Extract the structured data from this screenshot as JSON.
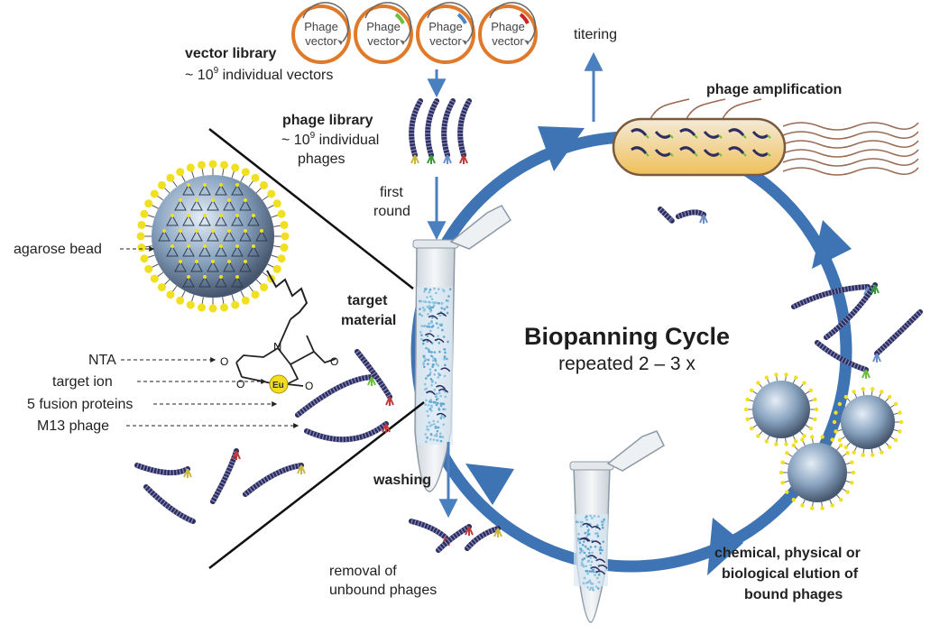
{
  "vector_library": {
    "title": "vector library",
    "count_prefix": "~ 10",
    "count_exp": "9",
    "count_suffix": " individual vectors",
    "vectors": [
      {
        "line1": "Phage",
        "line2": "vector",
        "insert_color": ""
      },
      {
        "line1": "Phage",
        "line2": "vector",
        "insert_color": "#6bbf3a"
      },
      {
        "line1": "Phage",
        "line2": "vector",
        "insert_color": "#4a86c5"
      },
      {
        "line1": "Phage",
        "line2": "vector",
        "insert_color": "#cc2222"
      }
    ]
  },
  "titering": "titering",
  "phage_amplification": "phage amplification",
  "phage_library": {
    "title": "phage library",
    "count_prefix": "~ 10",
    "count_exp": "9",
    "count_suffix": " individual",
    "line3": "phages"
  },
  "first_round": {
    "line1": "first",
    "line2": "round"
  },
  "target_material": {
    "line1": "target",
    "line2": "material"
  },
  "cycle": {
    "title": "Biopanning Cycle",
    "subtitle": "repeated 2 – 3 x"
  },
  "detail_labels": {
    "agarose_bead": "agarose bead",
    "nta": "NTA",
    "target_ion": "target ion",
    "fusion_proteins": "5 fusion proteins",
    "m13_phage": "M13 phage",
    "eu": "Eu",
    "n_atom": "N",
    "o_atom": "O"
  },
  "washing": "washing",
  "removal": {
    "line1": "removal of",
    "line2": "unbound phages"
  },
  "elution": {
    "line1": "chemical, physical or",
    "line2": "biological elution of",
    "line3": "bound phages"
  },
  "colors": {
    "cycle_blue": "#3e74b4",
    "arrow_blue": "#4a7fc0",
    "vector_ring": "#e07a2a",
    "phage_body": "#2d2d5e",
    "bead_yellow": "#f0e020"
  }
}
